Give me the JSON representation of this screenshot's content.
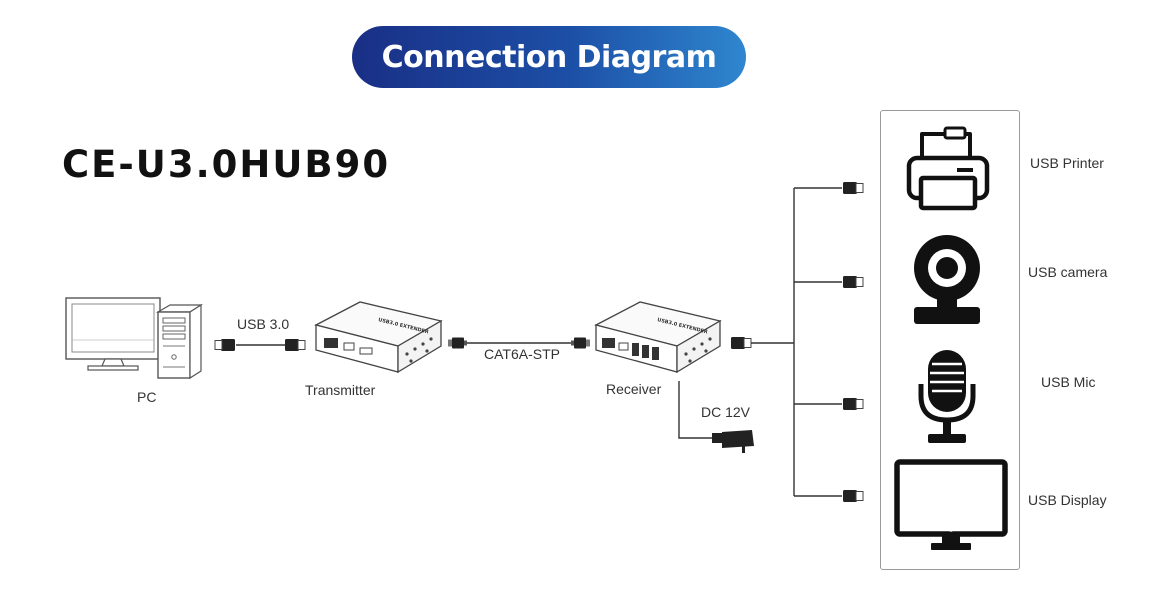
{
  "banner": {
    "title": "Connection Diagram",
    "color_start": "#1a2f86",
    "color_end": "#2f86cf"
  },
  "model": "CE-U3.0HUB90",
  "labels": {
    "pc": "PC",
    "usb_cable": "USB 3.0",
    "transmitter": "Transmitter",
    "ethernet_cable": "CAT6A-STP",
    "receiver": "Receiver",
    "power": "DC 12V"
  },
  "devices": [
    {
      "label": "USB Printer",
      "icon": "printer-icon"
    },
    {
      "label": "USB camera",
      "icon": "webcam-icon"
    },
    {
      "label": "USB Mic",
      "icon": "microphone-icon"
    },
    {
      "label": "USB Display",
      "icon": "monitor-icon"
    }
  ],
  "unit_label": "USB3.0 EXTENDER"
}
